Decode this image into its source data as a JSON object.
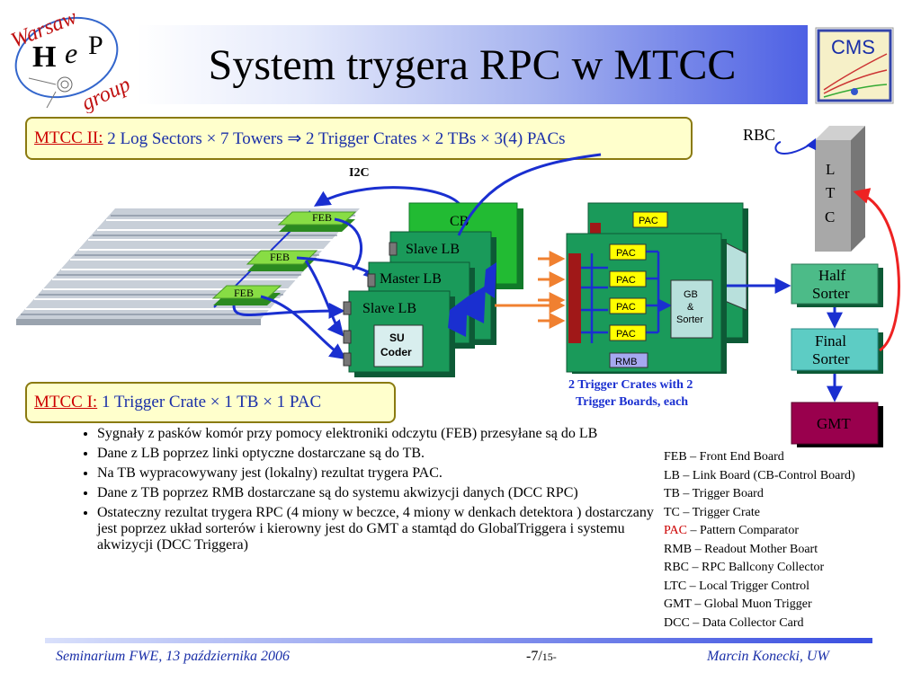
{
  "title": "System trygera RPC w MTCC",
  "logo": {
    "warsaw": "Warsaw",
    "h": "H",
    "e": "e",
    "p": "P",
    "group": "group"
  },
  "cms_logo": "CMS",
  "mtcc2": {
    "label": "MTCC II:",
    "text": " 2 Log Sectors × 7 Towers ⇒ 2 Trigger Crates × 2 TBs × 3(4) PACs"
  },
  "mtcc1": {
    "label": "MTCC I:",
    "text": " 1 Trigger Crate × 1 TB × 1 PAC"
  },
  "diagram": {
    "feb": [
      "FEB",
      "FEB",
      "FEB"
    ],
    "i2c": "I2C",
    "cb": "CB",
    "slave_lb_1": "Slave LB",
    "master_lb": "Master LB",
    "slave_lb_2": "Slave LB",
    "su_coder_1": "SU",
    "su_coder_2": "Coder",
    "pac": [
      "PAC",
      "PAC",
      "PAC",
      "PAC",
      "PAC"
    ],
    "gb_1": "GB",
    "gb_2": "&",
    "gb_3": "Sorter",
    "rmb": "RMB",
    "caption_1": "2 Trigger Crates with 2",
    "caption_2": "Trigger Boards, each",
    "rbc": "RBC",
    "ltc": [
      "L",
      "T",
      "C"
    ],
    "half_sorter_1": "Half",
    "half_sorter_2": "Sorter",
    "final_sorter_1": "Final",
    "final_sorter_2": "Sorter",
    "gmt": "GMT"
  },
  "bullets": [
    "Sygnały  z pasków komór  przy pomocy elektroniki odczytu (FEB) przesyłane są do LB",
    "Dane z LB  poprzez linki optyczne dostarczane są do TB.",
    "Na TB wypracowywany jest  (lokalny) rezultat trygera PAC.",
    "Dane z TB poprzez RMB dostarczane są do systemu akwizycji danych (DCC RPC)",
    "Ostateczny rezultat trygera RPC  (4 miony w beczce, 4 miony w denkach detektora ) dostarczany jest poprzez układ sorterów i kierowny jest do GMT a stamtąd do GlobalTriggera i  systemu akwizycji (DCC Triggera)"
  ],
  "legend": [
    "FEB – Front End Board",
    "LB – Link Board (CB-Control Board)",
    "TB – Trigger Board",
    "TC – Trigger Crate",
    "RMB – Readout Mother Boart",
    "RBC – RPC Ballcony Collector",
    "LTC – Local Trigger Control",
    "GMT – Global Muon Trigger",
    "DCC – Data Collector Card"
  ],
  "legend_pac": {
    "abbr": "PAC",
    "rest": " – Pattern Comparator"
  },
  "footer": {
    "left": "Seminarium FWE, 13 października 2006",
    "page": "-7/",
    "total": "15-",
    "right": "Marcin Konecki,  UW"
  },
  "colors": {
    "board_green": "#1a9a5a",
    "cb_green": "#22bb33",
    "pac_yellow": "#ffff00",
    "sorter_teal": "#7fd6c8",
    "gmt_purple": "#99004d",
    "arrow_blue": "#1a2fd0",
    "arrow_orange": "#f08030"
  }
}
